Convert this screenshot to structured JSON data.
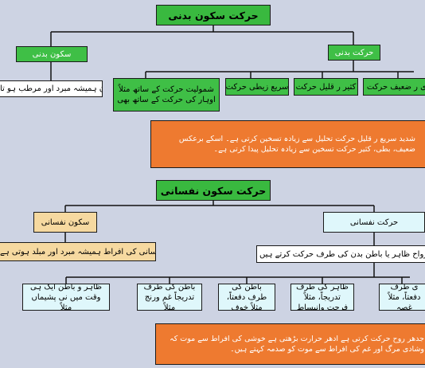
{
  "section1": {
    "title": "حرکت سکون بدنی",
    "rest": "سکون بدنی",
    "motion": "حرکت بدنی",
    "rest_desc": "سکون ہمیشہ مبرد اور مرطب ہو تا",
    "motion_types": [
      "شمولیت حرکت کے ساتھ مثلاً اوہار کی حرکت کے ساتھ بھی",
      "سریع زیطی حرکت",
      "کثیر ر قلیل حرکت",
      "ی ر ضعیف حرکت"
    ],
    "note": "شدید سریع ر قلیل حرکت تحلیل سے زیادہ تسخین کرتی ہے۔ اسکے برعکس ضعیف، بطی، کثیر حرکت تسخین سے زیادہ تحلیل پیدا کرتی ہے۔"
  },
  "section2": {
    "title": "حرکت سکون نفسانی",
    "rest": "سکون نفسانی",
    "motion": "حرکت نفسانی",
    "rest_desc": "سکون نفسانی کی افراط ہمیشہ مبرد اور مبلد ہوتی ہے",
    "motion_desc": "روح اور ارواح ظاہر یا باطن بدن کی طرف حرکت کرتے ہیں",
    "types": [
      "ظاہر و باطن ایک ہی وقت میں نی پشیماں مثلاً",
      "باطن کی طرف تدریجاً غم ورنج مثلاً",
      "باطن کی طرف دفعتاً، مثلاً خوف",
      "ظاہر کی طرف تدریجاً، مثلاً فرحت وانبساط",
      "ی طرف دفعتاً، مثلاً غصہ"
    ],
    "note": "جدھر روح حرکت کرتی ہے ادھر حرارت بڑھتی ہے خوشی کی افراط سے موت کہ وشادی مرگ اور غم کی افراط سے موت کو صدمہ کہتے ہیں۔"
  }
}
